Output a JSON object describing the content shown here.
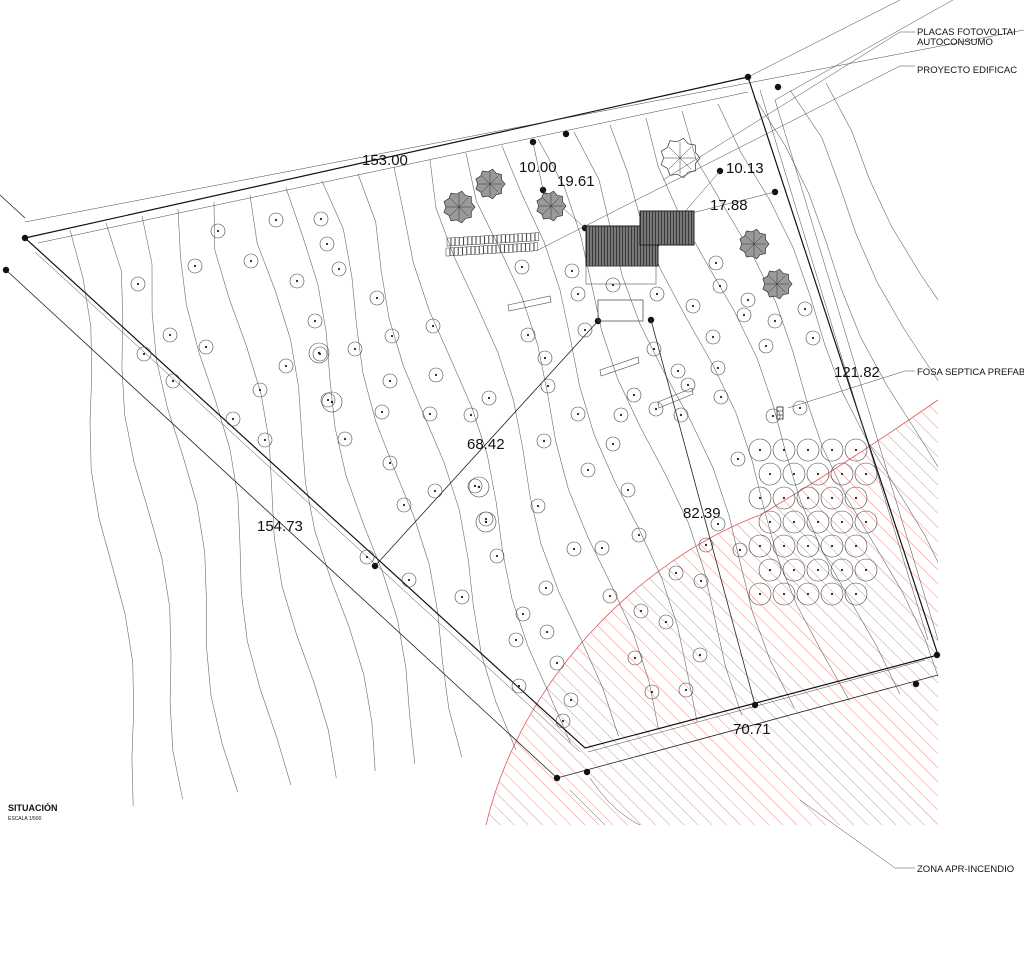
{
  "dimensions": {
    "north_edge": "153.00",
    "west_edge": "154.73",
    "east_edge": "121.82",
    "south_edge": "70.71",
    "diag_a": "68.42",
    "diag_b": "82.39",
    "seg_1": "10.00",
    "seg_2": "19.61",
    "seg_3": "10.13",
    "seg_4": "17.88"
  },
  "callouts": {
    "pv_line1": "PLACAS FOTOVOLTAI",
    "pv_line2": "AUTOCONSUMO",
    "building": "PROYECTO EDIFICAC",
    "septic": "FOSA SEPTICA PREFAB",
    "fire_zone": "ZONA APR-INCENDIO"
  },
  "legend": {
    "title": "SITUACIÓN",
    "scale": "ESCALA 1/500"
  },
  "colors": {
    "hatch": "#e05a5a",
    "ink": "#222222",
    "building": "#555555"
  }
}
